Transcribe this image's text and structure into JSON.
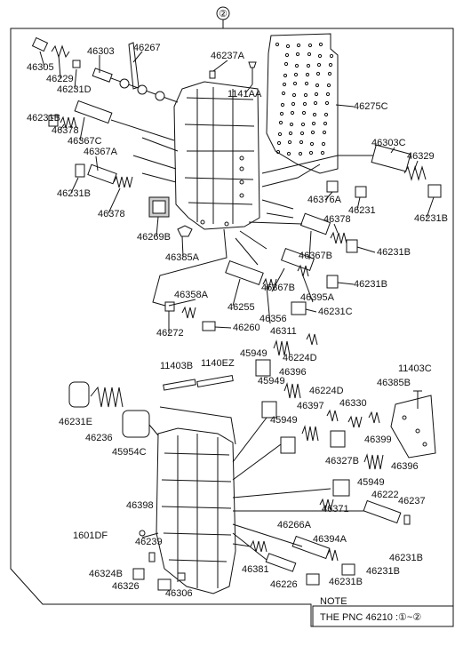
{
  "top_marker": "②",
  "labels": {
    "p46305": "46305",
    "p46229": "46229",
    "p46303": "46303",
    "p46267": "46267",
    "p46231D": "46231D",
    "p46231B_a": "46231B",
    "p46378_a": "46378",
    "p46367C": "46367C",
    "p46367A": "46367A",
    "p46231B_b": "46231B",
    "p46378_b": "46378",
    "p46269B": "46269B",
    "p46385A": "46385A",
    "p46237A": "46237A",
    "p1141AA": "1141AA",
    "p46275C": "46275C",
    "p46303C": "46303C",
    "p46329": "46329",
    "p46376A": "46376A",
    "p46231": "46231",
    "p46231B_c": "46231B",
    "p46378_c": "46378",
    "p46231B_d": "46231B",
    "p46367B_a": "46367B",
    "p46367B_b": "46367B",
    "p46231B_e": "46231B",
    "p46395A": "46395A",
    "p46231C": "46231C",
    "p46358A": "46358A",
    "p46255": "46255",
    "p46356": "46356",
    "p46272": "46272",
    "p46260": "46260",
    "p46311": "46311",
    "p46224D_a": "46224D",
    "p45949_a": "45949",
    "p11403B": "11403B",
    "p1140EZ": "1140EZ",
    "p46396_a": "46396",
    "p45949_b": "45949",
    "p46224D_b": "46224D",
    "p45949_c": "45949",
    "p46397": "46397",
    "p46330": "46330",
    "p46399": "46399",
    "p11403C": "11403C",
    "p46385B": "46385B",
    "p46231E": "46231E",
    "p46236": "46236",
    "p45954C": "45954C",
    "p46327B": "46327B",
    "p46396_b": "46396",
    "p45949_d": "45949",
    "p46222": "46222",
    "p46237": "46237",
    "p46398": "46398",
    "p46371": "46371",
    "p1601DF": "1601DF",
    "p46239": "46239",
    "p46266A": "46266A",
    "p46394A": "46394A",
    "p46231B_f": "46231B",
    "p46324B": "46324B",
    "p46381": "46381",
    "p46231B_g": "46231B",
    "p46326": "46326",
    "p46306": "46306",
    "p46226": "46226",
    "p46231B_h": "46231B"
  },
  "note": {
    "title": "NOTE",
    "text": "THE PNC 46210 :①~②"
  }
}
